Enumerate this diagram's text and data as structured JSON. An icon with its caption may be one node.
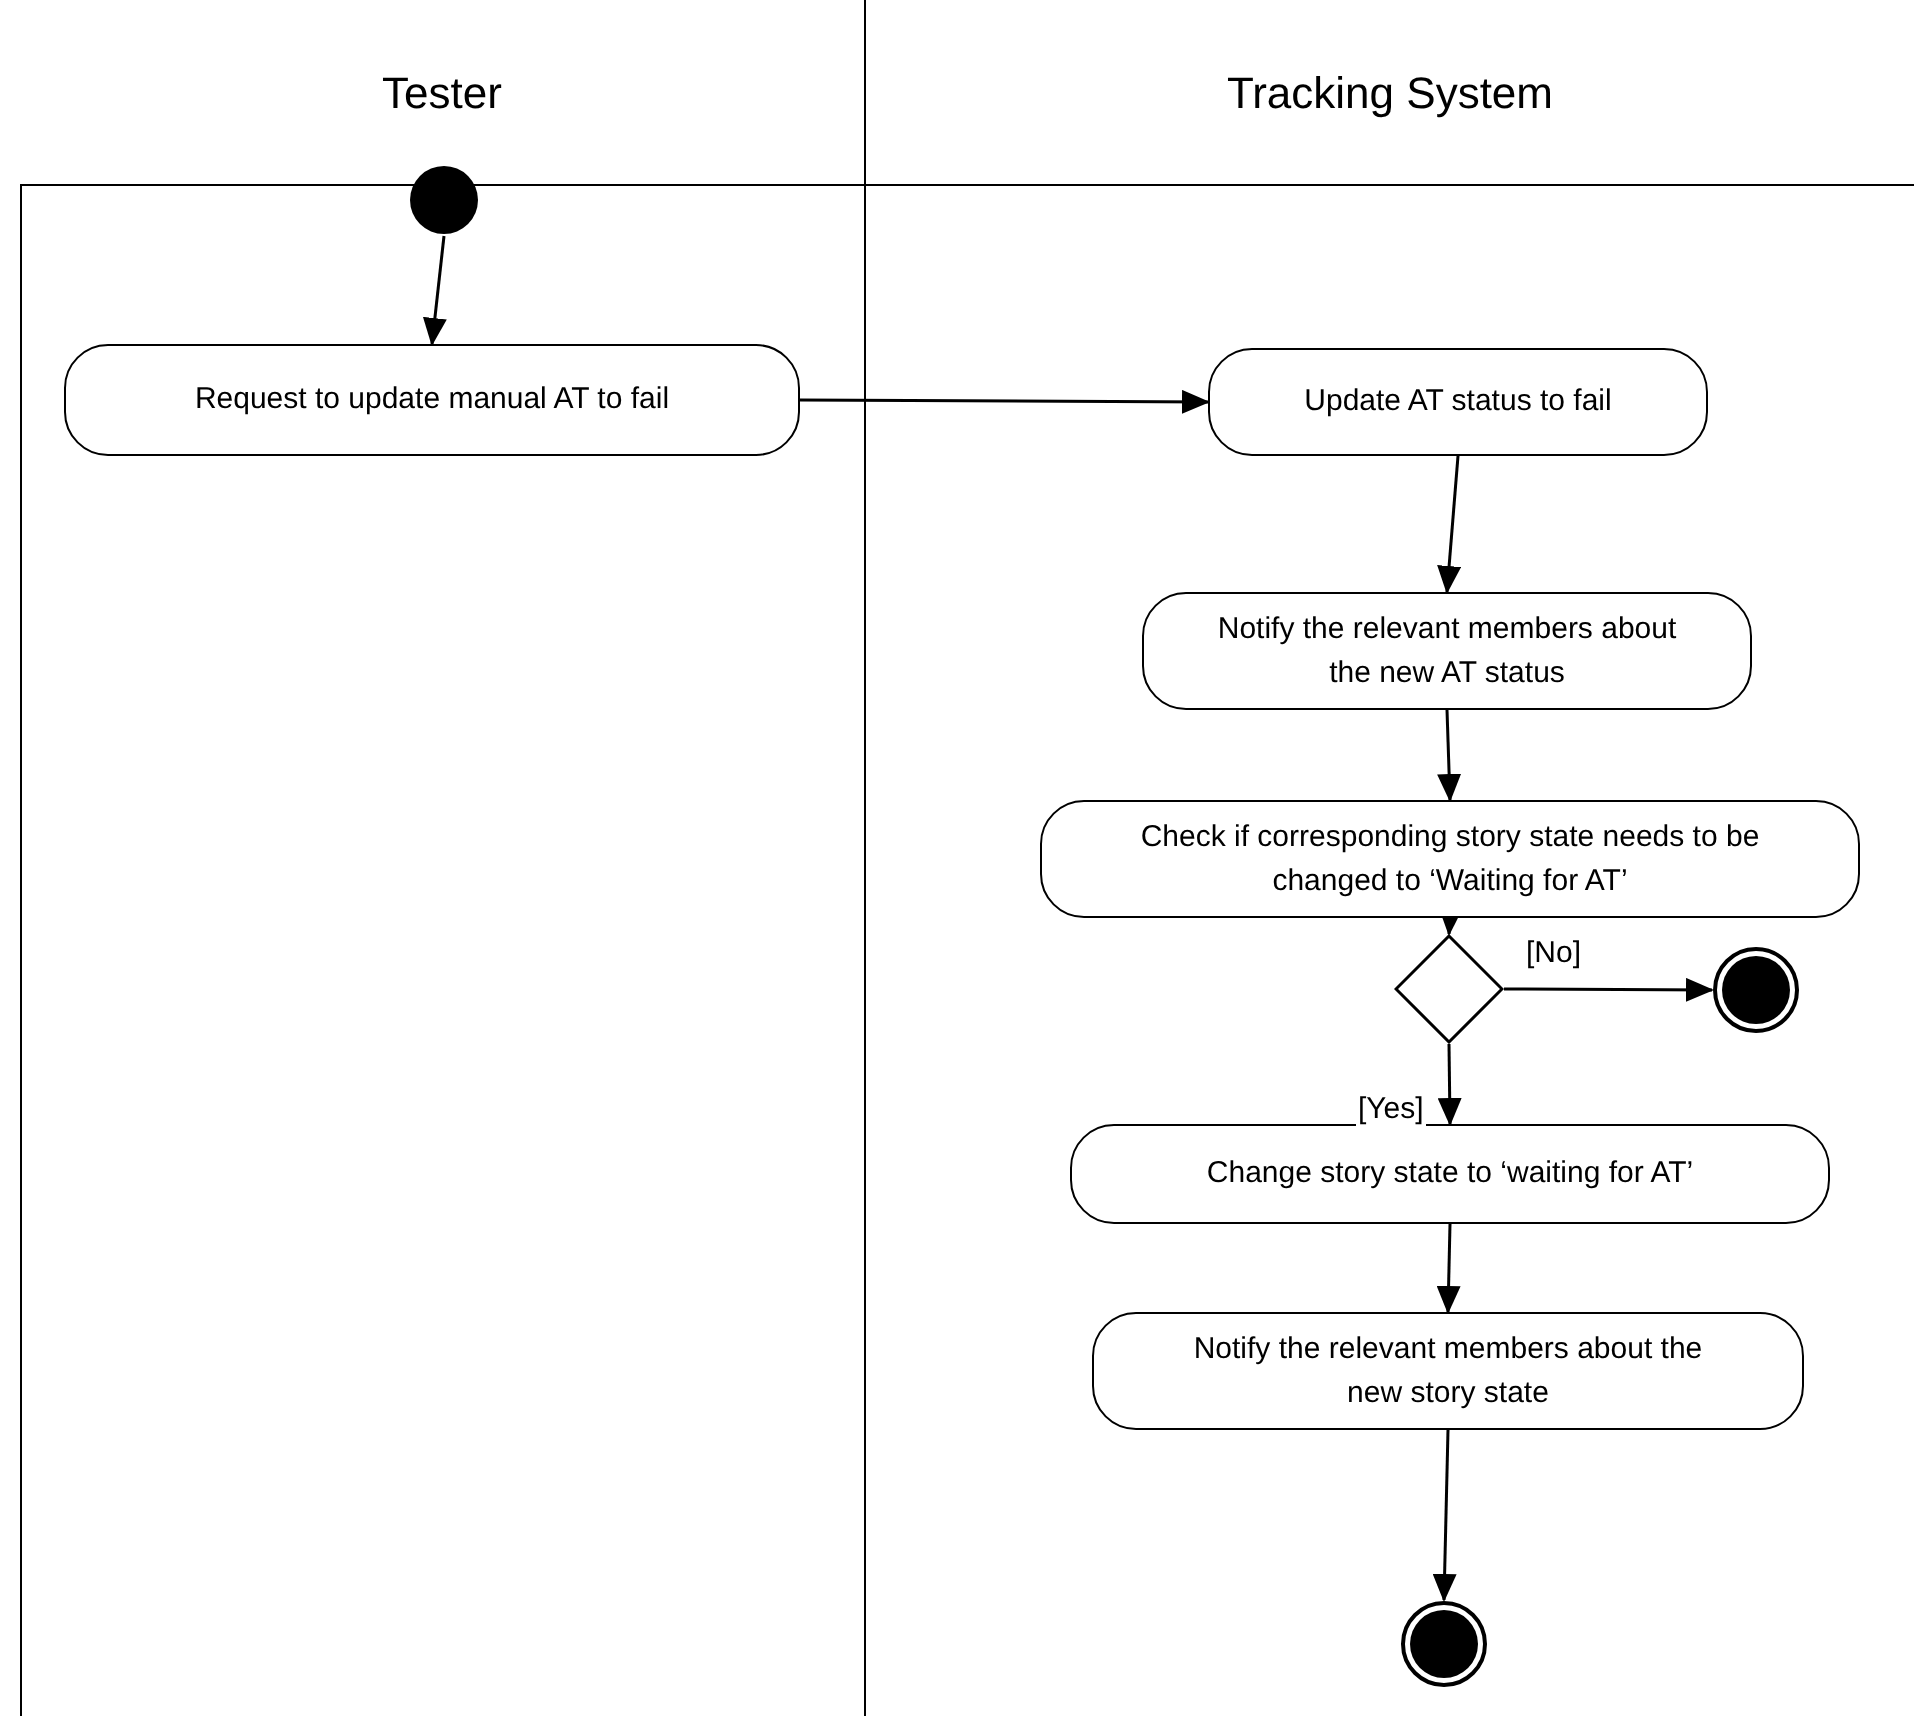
{
  "diagram": {
    "nodes": [
      {
        "text": [
          "Tester"
        ]
      },
      {
        "text": [
          "Tracking System"
        ]
      },
      {
        "text": [],
        "shape": "circle",
        "in": 0
      },
      {
        "text": [
          "Request to update manual AT to fail"
        ],
        "in": 0
      },
      {
        "text": [
          "Update AT status to fail"
        ],
        "in": 1
      },
      {
        "text": [
          "Notify the relevant members about the new AT status"
        ],
        "in": 1
      },
      {
        "text": [
          "Check if corresponding story state needs to be changed to ‘Waiting for AT’"
        ],
        "in": 1
      },
      {
        "text": [],
        "shape": "diamond",
        "in": 1
      },
      {
        "text": [],
        "shape": "bullseye",
        "in": 1
      },
      {
        "text": [
          "Change story state to ‘waiting for AT’"
        ],
        "in": 1
      },
      {
        "text": [
          "Notify the relevant members about the new story state"
        ],
        "in": 1
      },
      {
        "text": [],
        "shape": "bullseye",
        "in": 1
      }
    ],
    "edges": [
      {
        "from": 2,
        "to": 3,
        "arrow": "to"
      },
      {
        "from": 3,
        "to": 4,
        "arrow": "to"
      },
      {
        "from": 4,
        "to": 5,
        "arrow": "to"
      },
      {
        "from": 5,
        "to": 6,
        "arrow": "to"
      },
      {
        "from": 6,
        "to": 7,
        "arrow": "to"
      },
      {
        "from": 7,
        "to": 8,
        "arrow": "to",
        "label": "[No]"
      },
      {
        "from": 7,
        "to": 9,
        "arrow": "to",
        "label": "[Yes]"
      },
      {
        "from": 9,
        "to": 10,
        "arrow": "to"
      },
      {
        "from": 10,
        "to": 11,
        "arrow": "to"
      }
    ]
  }
}
